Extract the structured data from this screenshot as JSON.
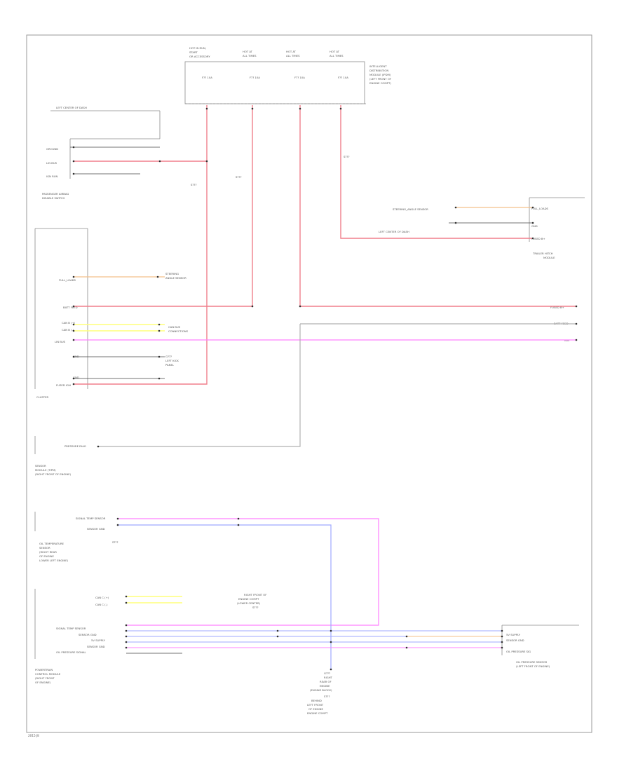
{
  "colors": {
    "red": "#f07f8c",
    "pink": "#ff80ff",
    "yellow": "#ffff7a",
    "orange": "#f4c08a",
    "blue": "#9fa9ff",
    "black": "#444444",
    "gray": "#b0b0b0",
    "green": "#9cd39c",
    "frame": "#9a9a9a"
  },
  "labels": {
    "fuse_block": [
      "HOT IN RUN,",
      "START",
      "OR ACCESSORY"
    ],
    "fuse_a": [
      "HOT AT",
      "ALL TIMES"
    ],
    "fuse_b": [
      "HOT AT",
      "ALL TIMES"
    ],
    "fuse_c": [
      "HOT AT",
      "ALL TIMES"
    ],
    "fuse_ratings": [
      "F?? 10A",
      "F?? 10A",
      "F?? 10A",
      "F?? 10A"
    ],
    "ipdm": [
      "INTELLIGENT",
      "DISTRIBUTION",
      "MODULE (IPDM)",
      "(LEFT FRONT OF",
      "ENGINE COMPT)"
    ],
    "left_module_header": "LEFT CENTER OF DASH",
    "left_module_pins": [
      "GROUND",
      "LIN BUS",
      "IGN RUN"
    ],
    "left_module_name": [
      "PASSENGER AIRBAG",
      "DISABLE SWITCH"
    ],
    "splice_s1": "S???",
    "splice_s2": "S???",
    "splice_s3": "S???",
    "right_module_rows": [
      "STEERING_ANGLE SENSOR",
      "LEFT CENTER OF DASH"
    ],
    "right_module_pins": [
      "FULL_LOADS",
      "GND",
      "FUSED B+"
    ],
    "right_module_name": [
      "TRAILER HITCH",
      "MODULE"
    ],
    "cluster_pins": [
      "FULL_LOADS",
      "BATT FEED",
      "CAN B (+)",
      "CAN B (-)",
      "LIN BUS",
      "GND",
      "GND",
      "FUSED IGN"
    ],
    "cluster_name": "CLUSTER",
    "can_note": [
      "CAN BUS",
      "CONNECTIONS"
    ],
    "ground_note": [
      "G???",
      "LEFT KICK",
      "PANEL"
    ],
    "steering_note": [
      "STEERING",
      "ANGLE SENSOR"
    ],
    "right_out": [
      "FUSED B+",
      "BATT FEED",
      "IGN"
    ],
    "small_module_pin": "PRESSURE DIAG",
    "small_module_name": [
      "SENSOR",
      "MODULE (TIPM)",
      "(RIGHT FRONT OF ENGINE)"
    ],
    "oil_temp_pins": [
      "SIGNAL TEMP SENSOR",
      "SENSOR GND"
    ],
    "oil_temp_name": [
      "OIL TEMPERATURE",
      "SENSOR",
      "(RIGHT REAR",
      "OF ENGINE",
      "LOWER LEFT ENGINE)"
    ],
    "oil_temp_ground": [
      "S???"
    ],
    "pcm_pins_top": [
      "CAN C (+)",
      "CAN C (-)"
    ],
    "pcm_pins_bottom": [
      "SIGNAL TEMP SENSOR",
      "SENSOR GND",
      "5V SUPPLY",
      "SENSOR GND",
      "OIL PRESSURE SIGNAL"
    ],
    "pcm_name": [
      "POWERTRAIN",
      "CONTROL MODULE",
      "(RIGHT FRONT",
      "OF ENGINE)"
    ],
    "splice_note": [
      "RIGHT FRONT OF",
      "ENGINE COMPT",
      "(LOWER CENTER)",
      "S???"
    ],
    "oil_press_pins": [
      "5V SUPPLY",
      "SENSOR GND",
      "OIL PRESSURE SIG"
    ],
    "oil_press_name": [
      "OIL PRESSURE SENSOR",
      "(LEFT FRONT OF ENGINE)"
    ],
    "bottom_ground": [
      "G???",
      "RIGHT",
      "REAR OF",
      "ENGINE",
      "(ENGINE BLOCK)",
      "S???",
      "BEHIND",
      "LEFT FRONT",
      "OF ENGINE",
      "ENGINE COMPT"
    ],
    "footer": "2015 JE"
  }
}
